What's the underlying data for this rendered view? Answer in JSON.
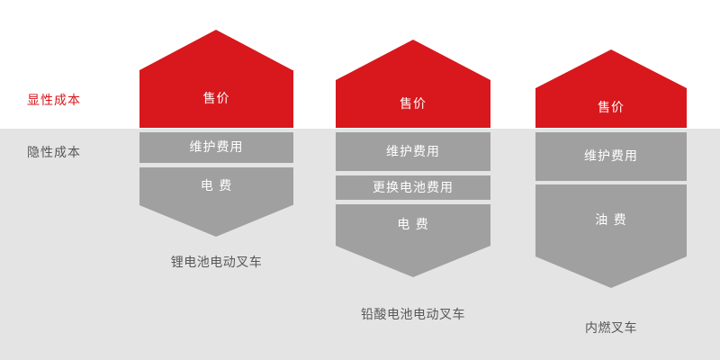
{
  "background": {
    "explicit_band_color": "#ffffff",
    "implicit_band_color": "#e4e4e4"
  },
  "colors": {
    "accent_red": "#d8181c",
    "segment_gray": "#a0a0a0",
    "text_gray": "#585858",
    "segment_text": "#ffffff"
  },
  "axis": {
    "explicit_label": "显性成本",
    "implicit_label": "隐性成本"
  },
  "chart_data": {
    "type": "bar",
    "title": "",
    "xlabel": "",
    "ylabel": "",
    "categories": [
      "锂电池电动叉车",
      "铅酸电池电动叉车",
      "内燃叉车"
    ],
    "series": [
      {
        "name": "售价",
        "values": [
          110,
          103,
          98
        ]
      },
      {
        "name": "维护费用",
        "values": [
          34,
          44,
          55
        ]
      },
      {
        "name": "更换电池费用",
        "values": [
          0,
          28,
          0
        ]
      },
      {
        "name": "电费",
        "values": [
          77,
          69,
          0
        ]
      },
      {
        "name": "油费",
        "values": [
          0,
          0,
          130
        ]
      }
    ],
    "legend_position": "none",
    "grid": false
  },
  "columns": [
    {
      "id": "lithium",
      "caption": "锂电池电动叉车",
      "segments": [
        {
          "name": "售价",
          "type": "price"
        },
        {
          "name": "维护费用",
          "type": "cost"
        },
        {
          "name": "电 费",
          "type": "cost"
        }
      ]
    },
    {
      "id": "lead-acid",
      "caption": "铅酸电池电动叉车",
      "segments": [
        {
          "name": "售价",
          "type": "price"
        },
        {
          "name": "维护费用",
          "type": "cost"
        },
        {
          "name": "更换电池费用",
          "type": "cost"
        },
        {
          "name": "电 费",
          "type": "cost"
        }
      ]
    },
    {
      "id": "combustion",
      "caption": "内燃叉车",
      "segments": [
        {
          "name": "售价",
          "type": "price"
        },
        {
          "name": "维护费用",
          "type": "cost"
        },
        {
          "name": "油 费",
          "type": "cost"
        }
      ]
    }
  ]
}
